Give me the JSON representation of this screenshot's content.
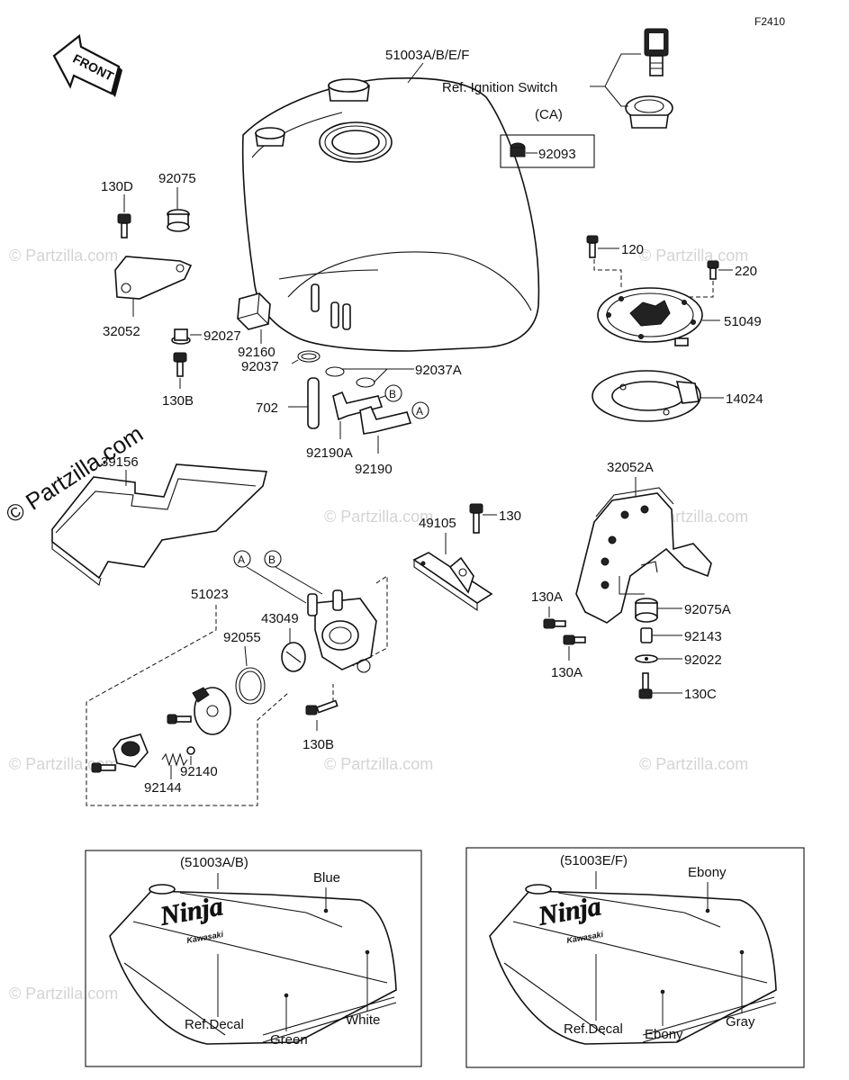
{
  "figure_code": "F2410",
  "front_label": "FRONT",
  "watermark": "© Partzilla.com",
  "watermark_large": "© Partzilla.com",
  "callouts": {
    "tank": "51003A/B/E/F",
    "ignition_ref": "Ref. Ignition Switch",
    "ca": "(CA)",
    "p92093": "92093",
    "p130D": "130D",
    "p92075": "92075",
    "p32052": "32052",
    "p92027": "92027",
    "p130B_top": "130B",
    "p92160": "92160",
    "p92037": "92037",
    "p92037A": "92037A",
    "p702": "702",
    "p92190A": "92190A",
    "p92190": "92190",
    "marker_b": "B",
    "marker_a": "A",
    "p120": "120",
    "p220": "220",
    "p51049": "51049",
    "p14024": "14024",
    "p39156": "39156",
    "p32052A": "32052A",
    "p49105": "49105",
    "p130": "130",
    "p51023": "51023",
    "p43049": "43049",
    "p92055": "92055",
    "p130A_1": "130A",
    "p130A_2": "130A",
    "p92075A": "92075A",
    "p92143": "92143",
    "p92022": "92022",
    "p130C": "130C",
    "p130B_bottom": "130B",
    "p92140": "92140",
    "p92144": "92144"
  },
  "variants": [
    {
      "code": "(51003A/B)",
      "logo": "Ninja",
      "brand": "Kawasaki",
      "colors": {
        "top": "Blue",
        "stripe": "White",
        "lower": "Green"
      },
      "decal": "Ref.Decal"
    },
    {
      "code": "(51003E/F)",
      "logo": "Ninja",
      "brand": "Kawasaki",
      "colors": {
        "top": "Ebony",
        "stripe": "Gray",
        "lower": "Ebony"
      },
      "decal": "Ref.Decal"
    }
  ]
}
